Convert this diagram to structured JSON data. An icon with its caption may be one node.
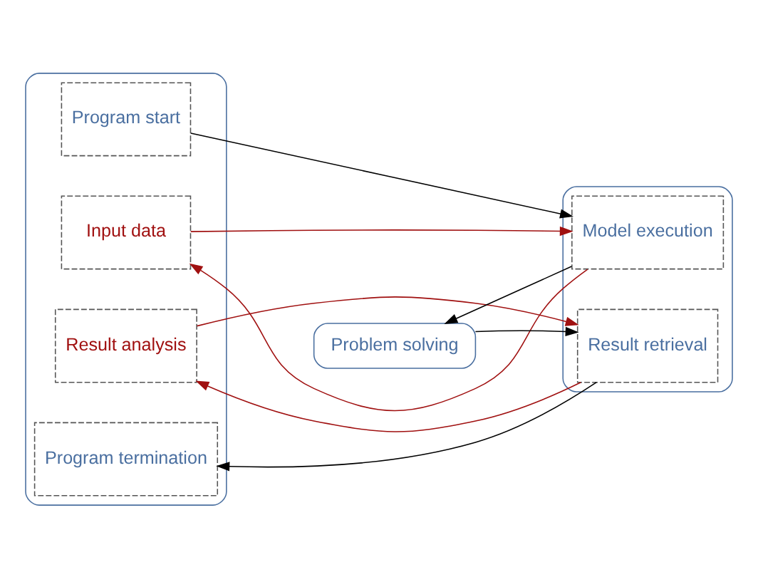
{
  "diagram": {
    "nodes": [
      {
        "text": [],
        "shape": "box"
      },
      {
        "text": [
          "Program start"
        ],
        "in": 0
      },
      {
        "text": [
          "Input data"
        ],
        "in": 0
      },
      {
        "text": [
          "Result analysis"
        ],
        "in": 0
      },
      {
        "text": [
          "Program termination"
        ],
        "in": 0
      },
      {
        "text": [],
        "shape": "box"
      },
      {
        "text": [
          "Model execution"
        ],
        "in": 5
      },
      {
        "text": [
          "Result retrieval"
        ],
        "in": 5
      },
      {
        "text": [
          "Problem solving"
        ]
      }
    ],
    "edges": [
      {
        "from": 1,
        "to": 6,
        "arrow": "to"
      },
      {
        "from": 6,
        "to": 2,
        "arrow": "to",
        "color": "#a01010"
      },
      {
        "from": 2,
        "to": 6,
        "arrow": "to",
        "color": "#a01010"
      },
      {
        "from": 6,
        "to": 8,
        "arrow": "to"
      },
      {
        "from": 8,
        "to": 7,
        "arrow": "to"
      },
      {
        "from": 7,
        "to": 3,
        "arrow": "to",
        "color": "#a01010"
      },
      {
        "from": 3,
        "to": 7,
        "arrow": "to",
        "color": "#a01010"
      },
      {
        "from": 7,
        "to": 4,
        "arrow": "to"
      }
    ]
  }
}
